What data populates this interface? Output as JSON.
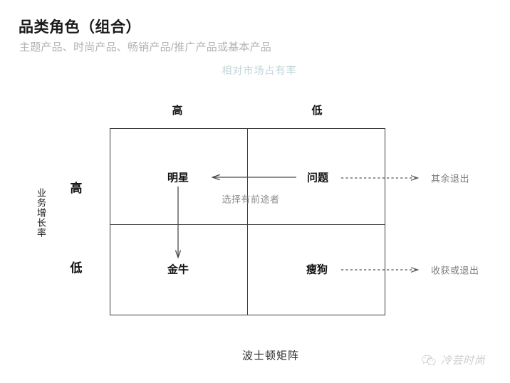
{
  "slide": {
    "title": "品类角色（组合）",
    "subtitle": "主题产品、时尚产品、畅销产品/推广产品或基本产品",
    "caption": "波士顿矩阵"
  },
  "axes": {
    "x_title": "相对市场占有率",
    "x_ticks": [
      "高",
      "低"
    ],
    "y_title": "业务增长率",
    "y_ticks": [
      "高",
      "低"
    ]
  },
  "matrix": {
    "quadrants": [
      {
        "key": "star",
        "label": "明星"
      },
      {
        "key": "question",
        "label": "问题"
      },
      {
        "key": "cash_cow",
        "label": "金牛"
      },
      {
        "key": "dog",
        "label": "瘦狗"
      }
    ],
    "annotations": [
      {
        "key": "select_promising",
        "label": "选择有前途者"
      }
    ],
    "outcomes": [
      {
        "key": "others_exit",
        "label": "其余退出"
      },
      {
        "key": "harvest_exit",
        "label": "收获或退出"
      }
    ]
  },
  "watermark": {
    "text": "冷芸时尚",
    "icon": "wechat-logo-icon"
  },
  "colors": {
    "title": "#1a1a1a",
    "subtitle": "#b3b3b3",
    "x_axis_title": "#bfd4d6",
    "annotation": "#8c8c8c",
    "matrix_border": "#3c3c3c",
    "arrow": "#4a4a4a"
  },
  "chart_data": {
    "type": "table",
    "title": "波士顿矩阵",
    "xlabel": "相对市场占有率",
    "ylabel": "业务增长率",
    "x_categories": [
      "高",
      "低"
    ],
    "y_categories": [
      "高",
      "低"
    ],
    "cells": [
      {
        "x": "高",
        "y": "高",
        "label": "明星"
      },
      {
        "x": "低",
        "y": "高",
        "label": "问题"
      },
      {
        "x": "高",
        "y": "低",
        "label": "金牛"
      },
      {
        "x": "低",
        "y": "低",
        "label": "瘦狗"
      }
    ],
    "flows": [
      {
        "from": "问题",
        "to": "明星",
        "style": "solid",
        "note": "选择有前途者"
      },
      {
        "from": "明星",
        "to": "金牛",
        "style": "solid",
        "note": ""
      },
      {
        "from": "问题",
        "to": "外部",
        "style": "dashed",
        "note": "其余退出"
      },
      {
        "from": "瘦狗",
        "to": "外部",
        "style": "dashed",
        "note": "收获或退出"
      }
    ],
    "grid": true,
    "legend": "none"
  }
}
